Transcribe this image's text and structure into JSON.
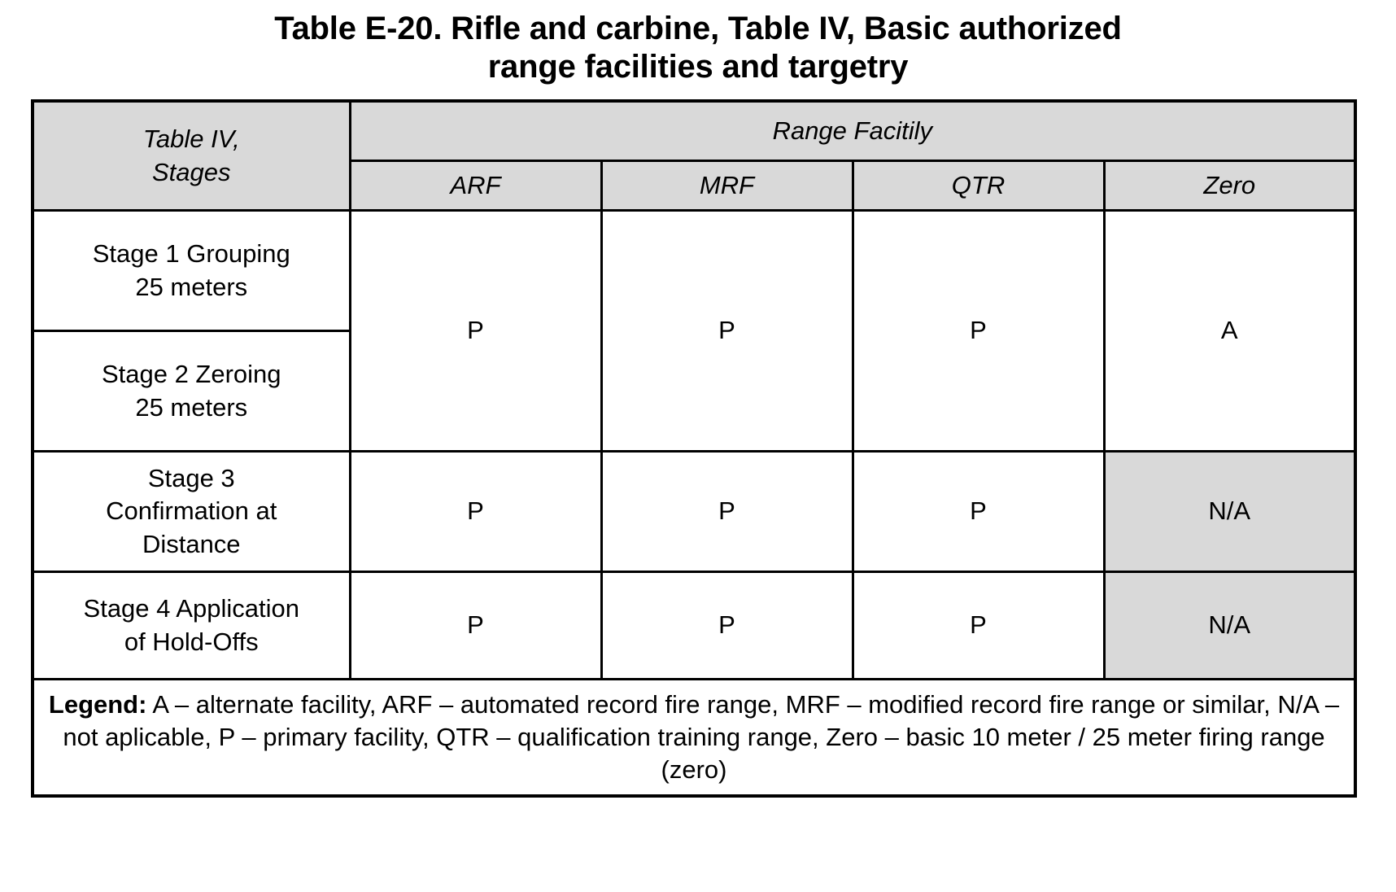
{
  "document": {
    "title_line_1": "Table E-20. Rifle and carbine, Table IV, Basic authorized",
    "title_line_2": "range facilities and targetry"
  },
  "table": {
    "row_header_label": "Table IV,\nStages",
    "group_header_label": "Range Facitily",
    "columns": [
      {
        "key": "arf",
        "label": "ARF"
      },
      {
        "key": "mrf",
        "label": "MRF"
      },
      {
        "key": "qtr",
        "label": "QTR"
      },
      {
        "key": "zero",
        "label": "Zero"
      }
    ],
    "rows": [
      {
        "stage_line_1": "Stage 1 Grouping",
        "stage_line_2": "25 meters",
        "arf": "P",
        "mrf": "P",
        "qtr": "P",
        "zero": "A",
        "merged_with_next": true,
        "zero_shaded": false
      },
      {
        "stage_line_1": "Stage 2 Zeroing",
        "stage_line_2": "25 meters",
        "arf": "",
        "mrf": "",
        "qtr": "",
        "zero": "",
        "merged_with_next": false,
        "zero_shaded": false
      },
      {
        "stage_line_1": "Stage 3",
        "stage_line_2": "Confirmation at",
        "stage_line_3": "Distance",
        "arf": "P",
        "mrf": "P",
        "qtr": "P",
        "zero": "N/A",
        "merged_with_next": false,
        "zero_shaded": true
      },
      {
        "stage_line_1": "Stage 4 Application",
        "stage_line_2": "of Hold-Offs",
        "arf": "P",
        "mrf": "P",
        "qtr": "P",
        "zero": "N/A",
        "merged_with_next": false,
        "zero_shaded": true
      }
    ],
    "legend": {
      "label": "Legend:",
      "body": " A – alternate facility, ARF – automated record fire range, MRF – modified record fire range or similar, N/A – not aplicable, P – primary facility, QTR – qualification training range, Zero – basic 10 meter / 25 meter firing range (zero)"
    }
  },
  "colors": {
    "header_fill": "#d9d9d9",
    "cell_fill": "#ffffff",
    "border": "#000000",
    "text": "#000000",
    "shaded_fill": "#d9d9d9"
  }
}
